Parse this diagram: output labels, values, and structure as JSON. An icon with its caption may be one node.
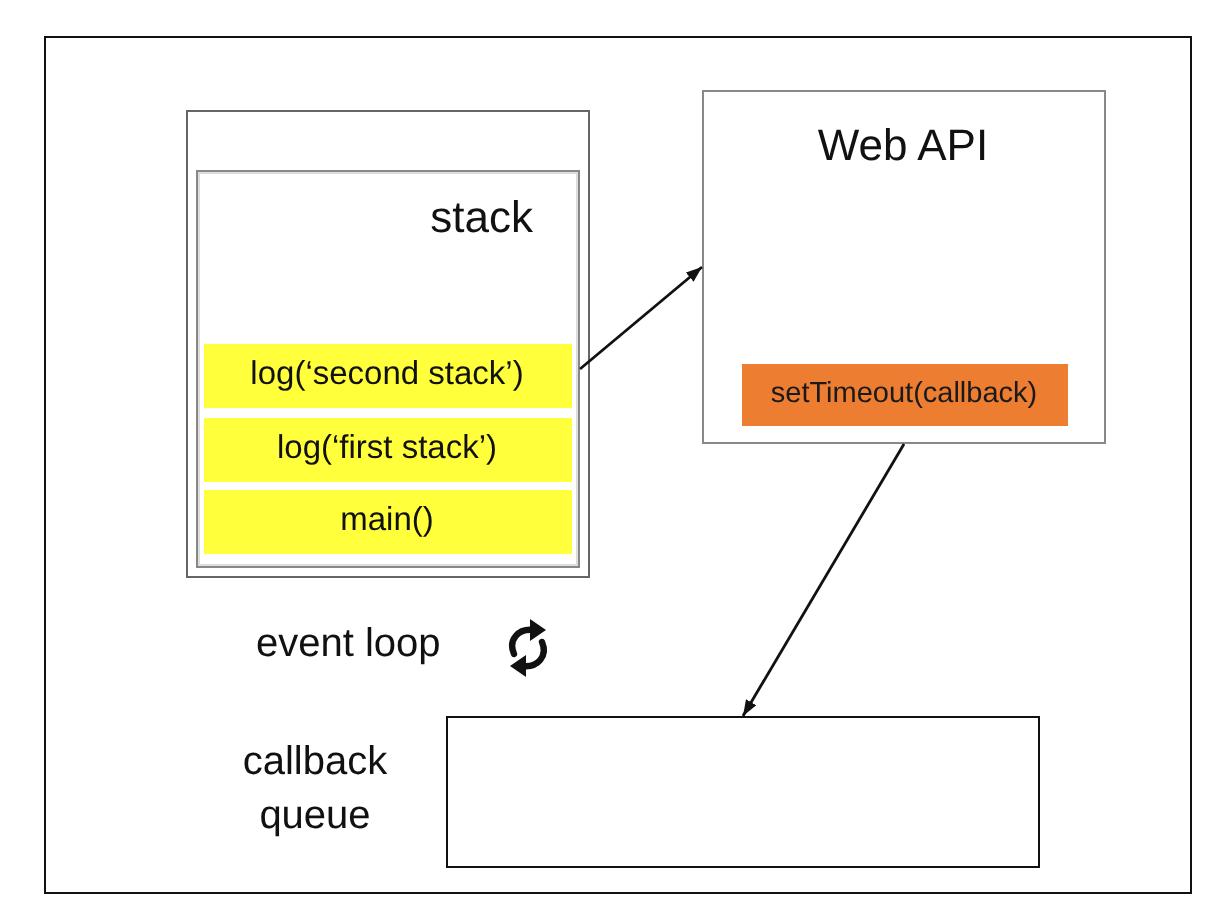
{
  "diagram": {
    "nodes": [
      {
        "text": [],
        "shape": "box"
      },
      {
        "text": [],
        "shape": "box",
        "in": 0
      },
      {
        "text": [
          "stack"
        ],
        "in": 1
      },
      {
        "text": [
          "log(‘second stack’)"
        ],
        "in": 2
      },
      {
        "text": [
          "log(‘first stack’)"
        ],
        "in": 2
      },
      {
        "text": [
          "main()"
        ],
        "in": 2
      },
      {
        "text": [
          "Web API"
        ],
        "in": 0
      },
      {
        "text": [
          "setTimeout(callback)"
        ],
        "in": 6
      },
      {
        "text": [
          "callback queue"
        ],
        "in": 0
      }
    ],
    "edges": [
      {
        "from": 2,
        "to": 6,
        "arrow": "to"
      },
      {
        "from": 6,
        "to": 8,
        "arrow": "to"
      }
    ],
    "labels": [
      "event loop"
    ]
  }
}
